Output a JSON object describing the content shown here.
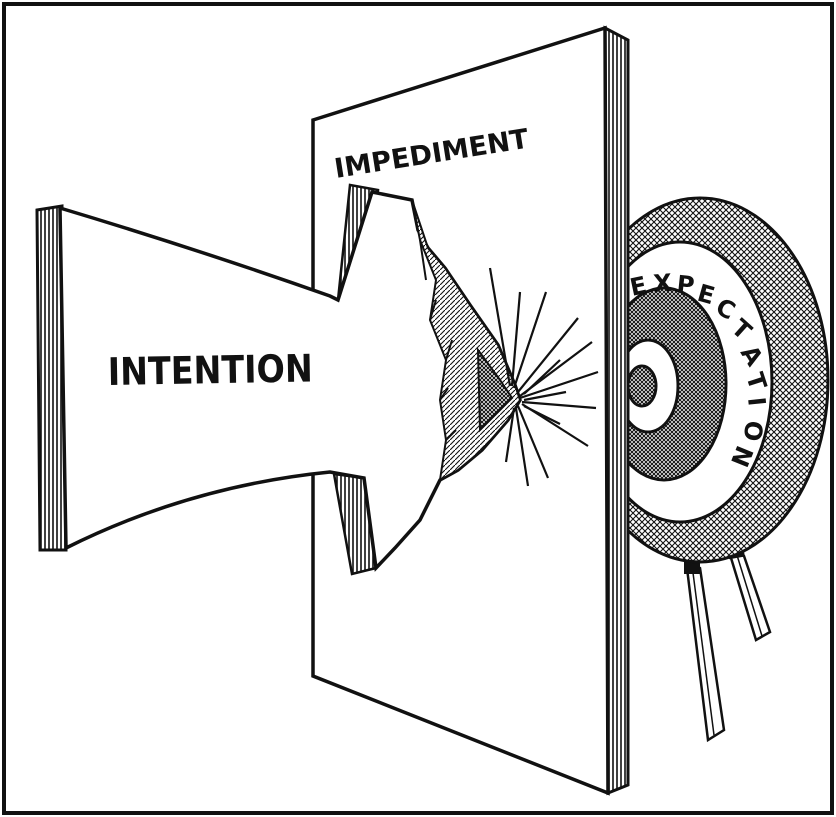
{
  "labels": {
    "intention": "INTENTION",
    "impediment": "IMPEDIMENT",
    "expectation": "EXPECTATION"
  },
  "icons": {
    "arrow": "hammered-arrow-icon",
    "wall": "impediment-wall-icon",
    "target": "bullseye-target-icon"
  },
  "colors": {
    "ink": "#111111",
    "paper": "#ffffff"
  }
}
